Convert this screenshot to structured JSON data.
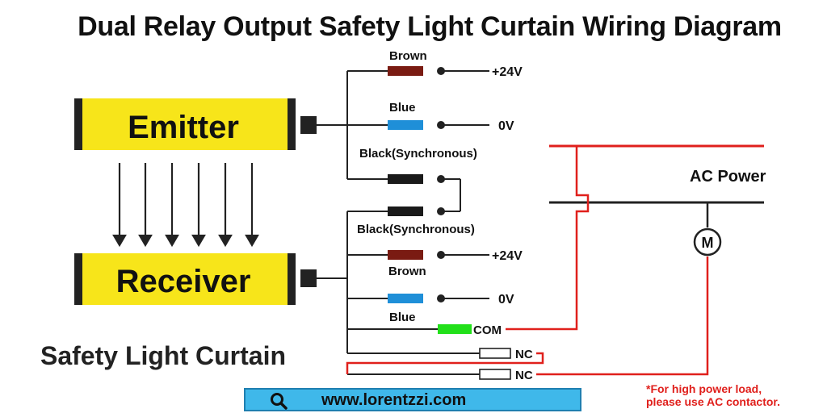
{
  "title": "Dual Relay Output Safety Light Curtain Wiring Diagram",
  "emitter": {
    "label": "Emitter"
  },
  "receiver": {
    "label": "Receiver"
  },
  "device_caption": "Safety Light Curtain",
  "wires": {
    "emitter_brown": {
      "color_name": "Brown",
      "terminal": "+24V"
    },
    "emitter_blue": {
      "color_name": "Blue",
      "terminal": "0V"
    },
    "emitter_black": {
      "color_name": "Black(Synchronous)"
    },
    "receiver_black": {
      "color_name": "Black(Synchronous)"
    },
    "receiver_brown": {
      "color_name": "Brown",
      "terminal": "+24V"
    },
    "receiver_blue": {
      "color_name": "Blue",
      "terminal": "0V"
    },
    "com": {
      "terminal": "COM"
    },
    "nc1": {
      "terminal": "NC"
    },
    "nc2": {
      "terminal": "NC"
    }
  },
  "ac_power": "AC Power",
  "motor": "M",
  "website": "www.lorentzzi.com",
  "note_line1": "*For high power load,",
  "note_line2": "please use AC contactor.",
  "colors": {
    "yellow": "#f7e51a",
    "brown": "#7a1b12",
    "blue": "#1f8fd8",
    "green": "#22e01a",
    "red": "#e0201c",
    "website_bg": "#3fb8ea"
  },
  "icons": [
    "search-icon",
    "motor-symbol"
  ]
}
